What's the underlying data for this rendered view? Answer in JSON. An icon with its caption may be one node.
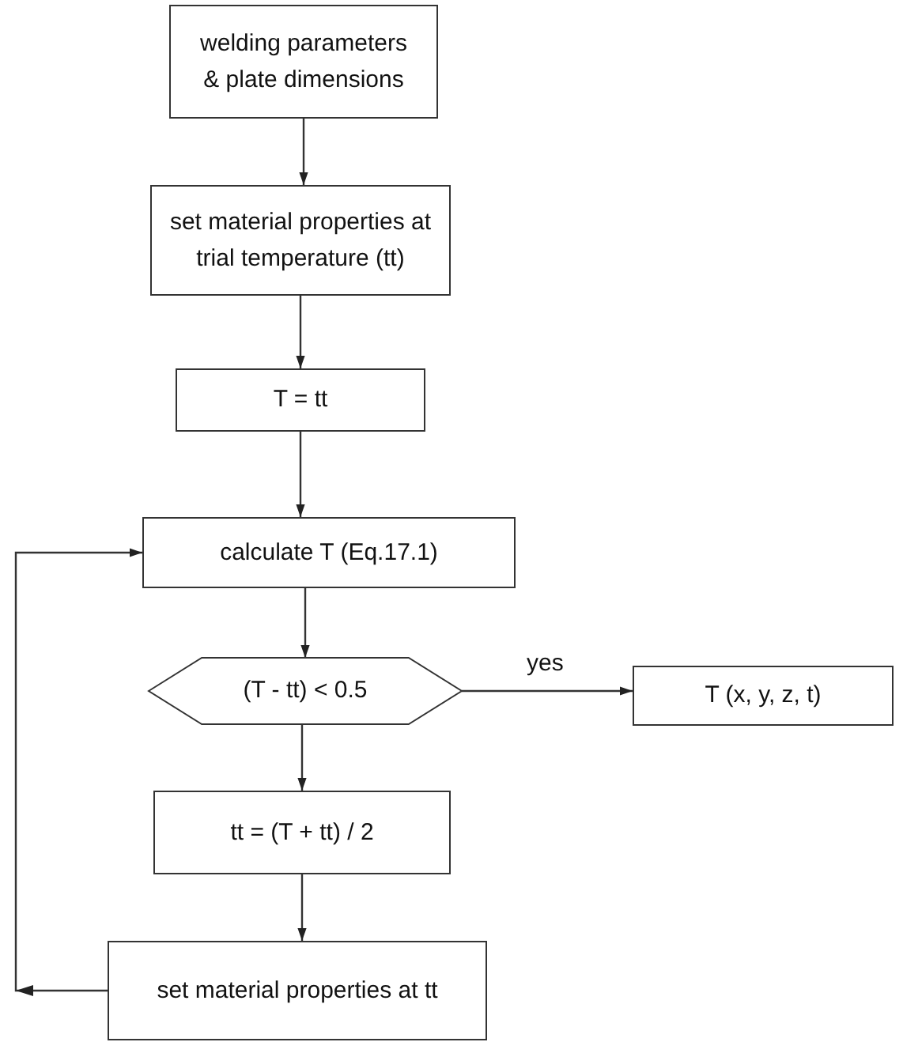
{
  "diagram": {
    "nodes": [
      {
        "text": [
          "welding parameters & plate dimensions"
        ]
      },
      {
        "text": [
          "set material properties at trial temperature (tt)"
        ]
      },
      {
        "text": [
          "T = tt"
        ]
      },
      {
        "text": [
          "calculate T (Eq.17.1)"
        ]
      },
      {
        "text": [
          "(T - tt) < 0.5"
        ]
      },
      {
        "text": [
          "T (x, y, z, t)"
        ]
      },
      {
        "text": [
          "tt = (T + tt) / 2"
        ]
      },
      {
        "text": [
          "set material properties at tt"
        ]
      }
    ],
    "edges": [
      {
        "from": 0,
        "to": 1,
        "arrow": "to"
      },
      {
        "from": 1,
        "to": 2,
        "arrow": "to"
      },
      {
        "from": 2,
        "to": 3,
        "arrow": "to"
      },
      {
        "from": 3,
        "to": 4,
        "arrow": "to"
      },
      {
        "from": 4,
        "to": 5,
        "arrow": "to",
        "label": "yes"
      },
      {
        "from": 4,
        "to": 6,
        "arrow": "to"
      },
      {
        "from": 6,
        "to": 7,
        "arrow": "to"
      },
      {
        "from": 7,
        "to": 3,
        "arrow": "to"
      }
    ]
  }
}
